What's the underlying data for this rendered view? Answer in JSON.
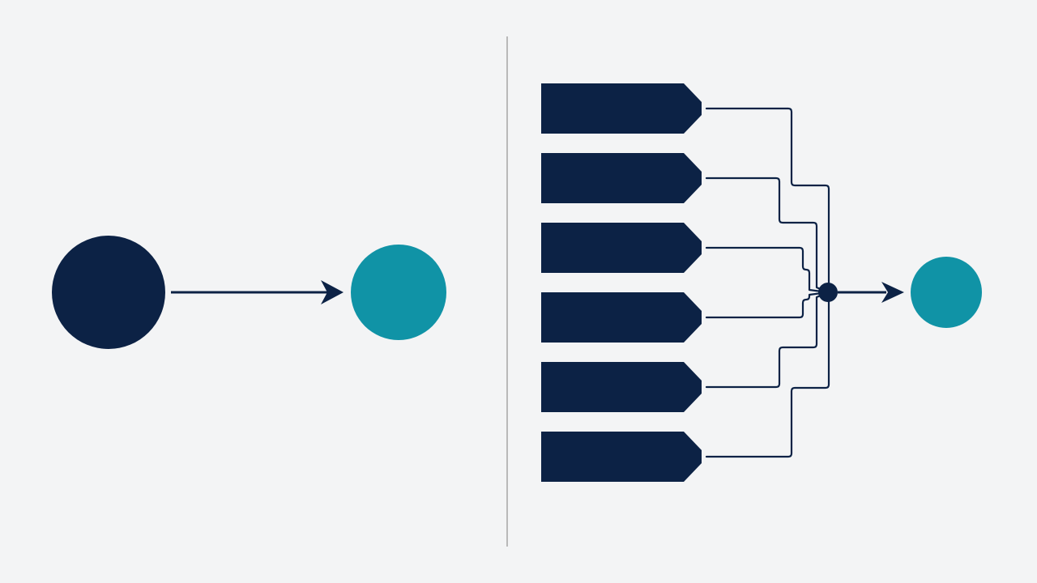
{
  "colors": {
    "background": "#f3f4f5",
    "navy": "#0c2245",
    "teal": "#1093a6",
    "divider": "#b9b9b9"
  },
  "left_panel": {
    "source_node": {
      "shape": "circle",
      "color": "#0c2245"
    },
    "target_node": {
      "shape": "circle",
      "color": "#1093a6"
    },
    "connector": {
      "icon": "arrow-right-icon"
    }
  },
  "right_panel": {
    "input_blocks": [
      {
        "shape": "pentagon-tag",
        "color": "#0c2245"
      },
      {
        "shape": "pentagon-tag",
        "color": "#0c2245"
      },
      {
        "shape": "pentagon-tag",
        "color": "#0c2245"
      },
      {
        "shape": "pentagon-tag",
        "color": "#0c2245"
      },
      {
        "shape": "pentagon-tag",
        "color": "#0c2245"
      },
      {
        "shape": "pentagon-tag",
        "color": "#0c2245"
      }
    ],
    "merge_node": {
      "shape": "dot",
      "color": "#0c2245"
    },
    "output_node": {
      "shape": "circle",
      "color": "#1093a6"
    },
    "connector": {
      "icon": "arrow-right-icon"
    }
  }
}
